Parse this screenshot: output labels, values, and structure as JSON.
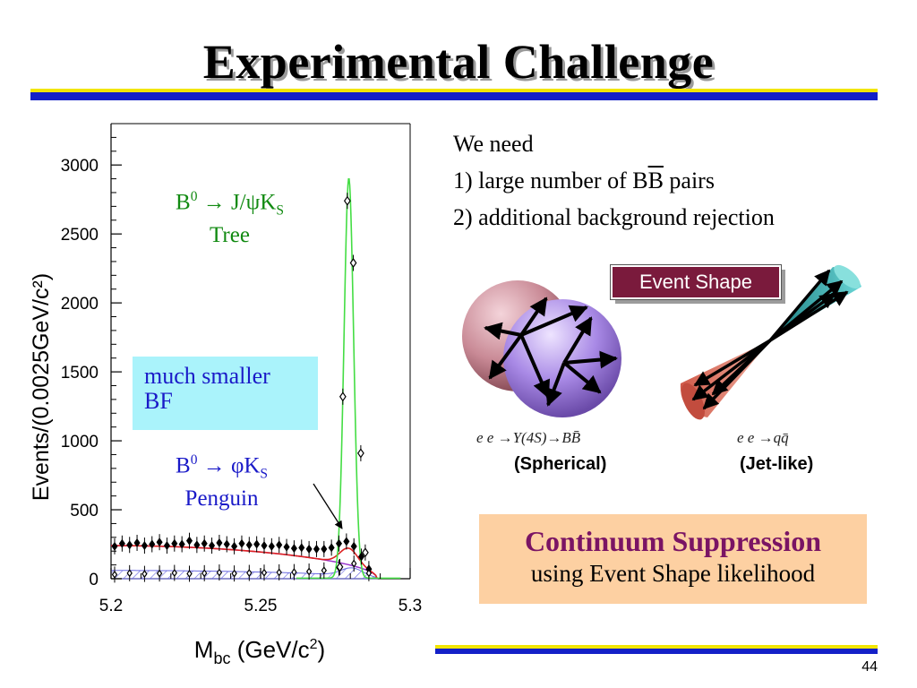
{
  "title": "Experimental Challenge",
  "annotations": {
    "tree_decay_prefix": "B",
    "tree_decay_sup": "0",
    "tree_decay_mid": " → J/ψK",
    "tree_decay_sub": "S",
    "tree_label": "Tree",
    "penguin_decay_prefix": "B",
    "penguin_decay_sup": "0",
    "penguin_decay_mid": " → φK",
    "penguin_decay_sub": "S",
    "penguin_label": "Penguin",
    "bf_line1": "much smaller",
    "bf_line2": "BF"
  },
  "needs": {
    "heading": "We need",
    "item1_prefix": "1) large number of B",
    "item1_bar": "B",
    "item1_suffix": " pairs",
    "item2": "2) additional background rejection"
  },
  "event_shape_label": "Event Shape",
  "spherical": {
    "formula": "e  e  →Υ(4S)→BB̄",
    "caption": "(Spherical)"
  },
  "jetlike": {
    "formula": "e  e  →qq̄",
    "caption": "(Jet-like)"
  },
  "continuum": {
    "title": "Continuum Suppression",
    "subtitle": "using Event Shape likelihood"
  },
  "page_number": "44",
  "colors": {
    "title_shadow": "#9a9a9a",
    "divider_yellow": "#f2e600",
    "divider_blue": "#1420c8",
    "tree_green": "#118a11",
    "penguin_blue": "#1a1ac8",
    "bf_box": "#aaf3fb",
    "event_shape_bg": "#7a1a3c",
    "cs_box": "#fdd0a2",
    "cs_title": "#7a1464"
  },
  "chart_data": {
    "type": "line",
    "xlabel_main": "M",
    "xlabel_sub": "bc",
    "xlabel_unit": " (GeV/c",
    "xlabel_unit_sup": "2",
    "xlabel_close": ")",
    "ylabel": "Events/(0.0025GeV/c²)",
    "xlim": [
      5.2,
      5.3
    ],
    "ylim": [
      0,
      3300
    ],
    "x_ticks": [
      {
        "value": 5.2,
        "label": "5.2"
      },
      {
        "value": 5.25,
        "label": "5.25"
      },
      {
        "value": 5.3,
        "label": "5.3"
      }
    ],
    "y_ticks": [
      {
        "value": 0,
        "label": "0"
      },
      {
        "value": 500,
        "label": "500"
      },
      {
        "value": 1000,
        "label": "1000"
      },
      {
        "value": 1500,
        "label": "1500"
      },
      {
        "value": 2000,
        "label": "2000"
      },
      {
        "value": 2500,
        "label": "2500"
      },
      {
        "value": 3000,
        "label": "3000"
      }
    ],
    "jpsi_peak": {
      "mean": 5.2795,
      "sigma": 0.0016,
      "amplitude": 2900,
      "color": "#44dd44"
    },
    "jpsi_points": [
      {
        "x": 5.2765,
        "y": 85
      },
      {
        "x": 5.2775,
        "y": 1320
      },
      {
        "x": 5.279,
        "y": 2740
      },
      {
        "x": 5.281,
        "y": 2290
      },
      {
        "x": 5.2835,
        "y": 910
      },
      {
        "x": 5.285,
        "y": 190
      }
    ],
    "phik_background": {
      "level": 240,
      "endpoint": 5.289,
      "color": "#9933cc"
    },
    "phik_peak": {
      "mean": 5.2795,
      "sigma": 0.003,
      "amplitude": 120,
      "color": "#dd2222"
    },
    "phik_points": [
      {
        "x": 5.2012,
        "y": 235
      },
      {
        "x": 5.2037,
        "y": 255
      },
      {
        "x": 5.2062,
        "y": 245
      },
      {
        "x": 5.2087,
        "y": 260
      },
      {
        "x": 5.2112,
        "y": 240
      },
      {
        "x": 5.2137,
        "y": 250
      },
      {
        "x": 5.2162,
        "y": 265
      },
      {
        "x": 5.2187,
        "y": 240
      },
      {
        "x": 5.2212,
        "y": 255
      },
      {
        "x": 5.2237,
        "y": 250
      },
      {
        "x": 5.2262,
        "y": 275
      },
      {
        "x": 5.2287,
        "y": 245
      },
      {
        "x": 5.2312,
        "y": 255
      },
      {
        "x": 5.2337,
        "y": 240
      },
      {
        "x": 5.2362,
        "y": 260
      },
      {
        "x": 5.2387,
        "y": 250
      },
      {
        "x": 5.2412,
        "y": 235
      },
      {
        "x": 5.2437,
        "y": 255
      },
      {
        "x": 5.2462,
        "y": 245
      },
      {
        "x": 5.2487,
        "y": 250
      },
      {
        "x": 5.2512,
        "y": 240
      },
      {
        "x": 5.2537,
        "y": 235
      },
      {
        "x": 5.2562,
        "y": 245
      },
      {
        "x": 5.2587,
        "y": 230
      },
      {
        "x": 5.2612,
        "y": 220
      },
      {
        "x": 5.2637,
        "y": 225
      },
      {
        "x": 5.2662,
        "y": 215
      },
      {
        "x": 5.2687,
        "y": 215
      },
      {
        "x": 5.2712,
        "y": 215
      },
      {
        "x": 5.2737,
        "y": 225
      },
      {
        "x": 5.2762,
        "y": 255
      },
      {
        "x": 5.2787,
        "y": 270
      },
      {
        "x": 5.2812,
        "y": 235
      },
      {
        "x": 5.2837,
        "y": 160
      },
      {
        "x": 5.2862,
        "y": 70
      }
    ],
    "phik_hatched": {
      "level": 60,
      "endpoint": 5.289,
      "color": "#6a6ae0"
    },
    "hatched_points": [
      {
        "x": 5.2012,
        "y": 30
      },
      {
        "x": 5.2062,
        "y": 40
      },
      {
        "x": 5.2112,
        "y": 35
      },
      {
        "x": 5.2162,
        "y": 38
      },
      {
        "x": 5.2212,
        "y": 42
      },
      {
        "x": 5.2262,
        "y": 36
      },
      {
        "x": 5.2312,
        "y": 40
      },
      {
        "x": 5.2362,
        "y": 45
      },
      {
        "x": 5.2412,
        "y": 38
      },
      {
        "x": 5.2462,
        "y": 42
      },
      {
        "x": 5.2512,
        "y": 44
      },
      {
        "x": 5.2562,
        "y": 46
      },
      {
        "x": 5.2612,
        "y": 48
      },
      {
        "x": 5.2662,
        "y": 52
      },
      {
        "x": 5.2712,
        "y": 60
      },
      {
        "x": 5.2762,
        "y": 80
      },
      {
        "x": 5.2812,
        "y": 110
      },
      {
        "x": 5.2862,
        "y": 40
      }
    ]
  }
}
